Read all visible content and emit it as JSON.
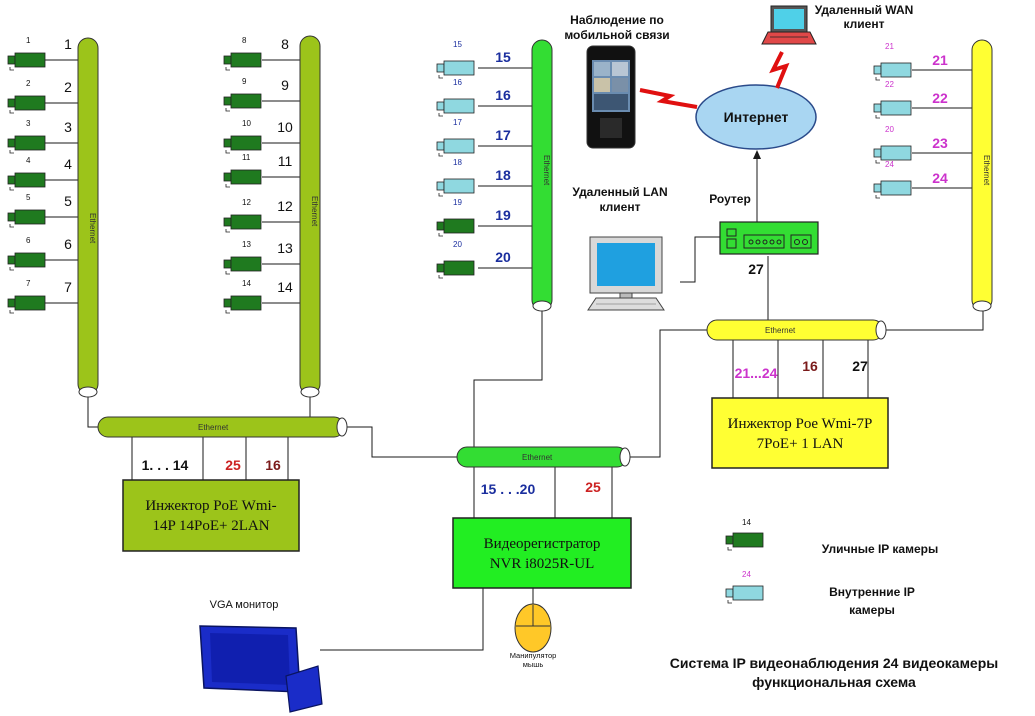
{
  "colors": {
    "street_camera": "#1f7a1f",
    "indoor_camera": "#8fd8e0",
    "green_cable": "#9cc41a",
    "bright_green": "#33dd33",
    "yellow_cable": "#ffff33",
    "cloud": "#a9d6f2",
    "purple": "#cc33cc",
    "blue": "#1a2e9e",
    "red": "#cc2222",
    "dark_red": "#7a1a1a"
  },
  "cable_label": "Ethernet",
  "group_left": {
    "cameras": [
      {
        "small": "1",
        "big": "1"
      },
      {
        "small": "2",
        "big": "2"
      },
      {
        "small": "3",
        "big": "3"
      },
      {
        "small": "4",
        "big": "4"
      },
      {
        "small": "5",
        "big": "5"
      },
      {
        "small": "6",
        "big": "6"
      },
      {
        "small": "7",
        "big": "7"
      }
    ]
  },
  "group_mid": {
    "cameras": [
      {
        "small": "8",
        "big": "8"
      },
      {
        "small": "9",
        "big": "9"
      },
      {
        "small": "10",
        "big": "10"
      },
      {
        "small": "11",
        "big": "11"
      },
      {
        "small": "12",
        "big": "12"
      },
      {
        "small": "13",
        "big": "13"
      },
      {
        "small": "14",
        "big": "14"
      }
    ]
  },
  "group_center": {
    "cameras": [
      {
        "small": "15",
        "big": "15",
        "kind": "indoor"
      },
      {
        "small": "16",
        "big": "16",
        "kind": "indoor"
      },
      {
        "small": "17",
        "big": "17",
        "kind": "indoor"
      },
      {
        "small": "18",
        "big": "18",
        "kind": "indoor"
      },
      {
        "small": "19",
        "big": "19",
        "kind": "street"
      },
      {
        "small": "20",
        "big": "20",
        "kind": "street"
      }
    ]
  },
  "group_right": {
    "cameras": [
      {
        "small": "21",
        "big": "21"
      },
      {
        "small": "22",
        "big": "22"
      },
      {
        "small": "20",
        "big": "23"
      },
      {
        "small": "24",
        "big": "24"
      }
    ]
  },
  "labels": {
    "mobile": [
      "Наблюдение по",
      "мобильной связи"
    ],
    "wan": [
      "Удаленный WAN",
      "клиент"
    ],
    "internet": "Интернет",
    "lan": [
      "Удаленный LAN",
      "клиент"
    ],
    "router": "Роутер",
    "router_port": "27",
    "vga": "VGA монитор",
    "mouse": [
      "Манипулятор",
      "мышь"
    ],
    "legend_street": "Уличные IP камеры",
    "legend_indoor": [
      "Внутренние IP",
      "камеры"
    ],
    "legend_street_num": "14",
    "legend_indoor_num": "24",
    "title": [
      "Система IP видеонаблюдения 24 видеокамеры",
      "функциональная схема"
    ]
  },
  "injector_left": {
    "lines": [
      "Инжектор  PoE Wmi-",
      "14P 14PoE+ 2LAN"
    ],
    "ports": [
      "1. . . 14",
      "25",
      "16"
    ]
  },
  "nvr": {
    "lines": [
      "Видеорегистратор",
      "NVR i8025R-UL"
    ],
    "ports": [
      "15 . . .20",
      "25"
    ]
  },
  "injector_right": {
    "lines": [
      "Инжектор Poe Wmi-7P",
      "7PoE+ 1 LAN"
    ],
    "ports": [
      "21...24",
      "16",
      "27"
    ]
  }
}
